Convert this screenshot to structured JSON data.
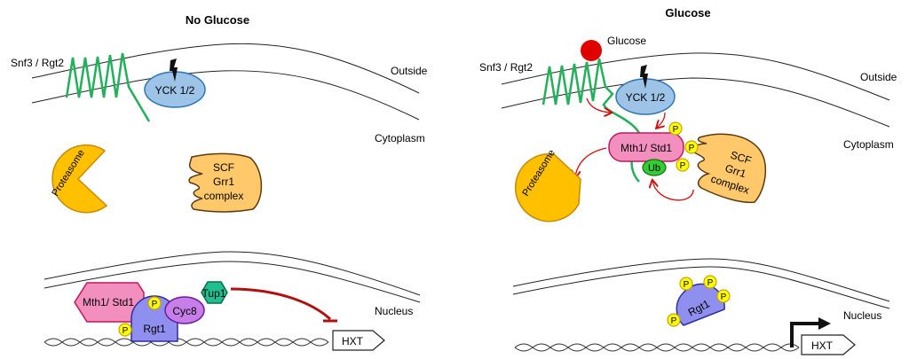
{
  "panels": {
    "left": {
      "title": "No Glucose",
      "receptor_label": "Snf3 / Rgt2",
      "kinase_label": "YCK 1/2",
      "outside_label": "Outside",
      "cytoplasm_label": "Cytoplasm",
      "nucleus_label": "Nucleus",
      "proteasome_label": "Proteasome",
      "scf_lines": [
        "SCF",
        "Grr1",
        "complex"
      ],
      "mth1_label": "Mth1/ Std1",
      "rgt1_label": "Rgt1",
      "cyc8_label": "Cyc8",
      "tup1_label": "Tup1",
      "phospho_label": "P",
      "gene_label": "HXT"
    },
    "right": {
      "title": "Glucose",
      "glucose_label": "Glucose",
      "receptor_label": "Snf3 / Rgt2",
      "kinase_label": "YCK 1/2",
      "outside_label": "Outside",
      "cytoplasm_label": "Cytoplasm",
      "nucleus_label": "Nucleus",
      "proteasome_label": "Proteasome",
      "scf_lines": [
        "SCF",
        "Grr1",
        "complex"
      ],
      "mth1_label": "Mth1/ Std1",
      "ub_label": "Ub",
      "rgt1_label": "Rgt1",
      "phospho_label": "P",
      "gene_label": "HXT"
    }
  },
  "colors": {
    "receptor": "#22b05a",
    "kinase_fill": "#9dc3e6",
    "kinase_stroke": "#2e75b6",
    "proteasome_fill": "#ffc000",
    "proteasome_stroke": "#c98a00",
    "scf_fill": "#ffc96b",
    "scf_stroke": "#5c3a10",
    "mth1_fill": "#f38fbf",
    "mth1_stroke": "#c0185a",
    "rgt1_fill": "#8f8ff0",
    "rgt1_stroke": "#2e2e9a",
    "cyc8_fill": "#c77ee8",
    "cyc8_stroke": "#6a1b9a",
    "tup1_fill": "#1fbf8f",
    "tup1_stroke": "#0b6b4e",
    "phospho_fill": "#ffff00",
    "phospho_stroke": "#c9a400",
    "ub_fill": "#33cc33",
    "ub_stroke": "#107010",
    "glucose": "#e00000",
    "arrow_red": "#d01010",
    "inhibit": "#b01010"
  }
}
